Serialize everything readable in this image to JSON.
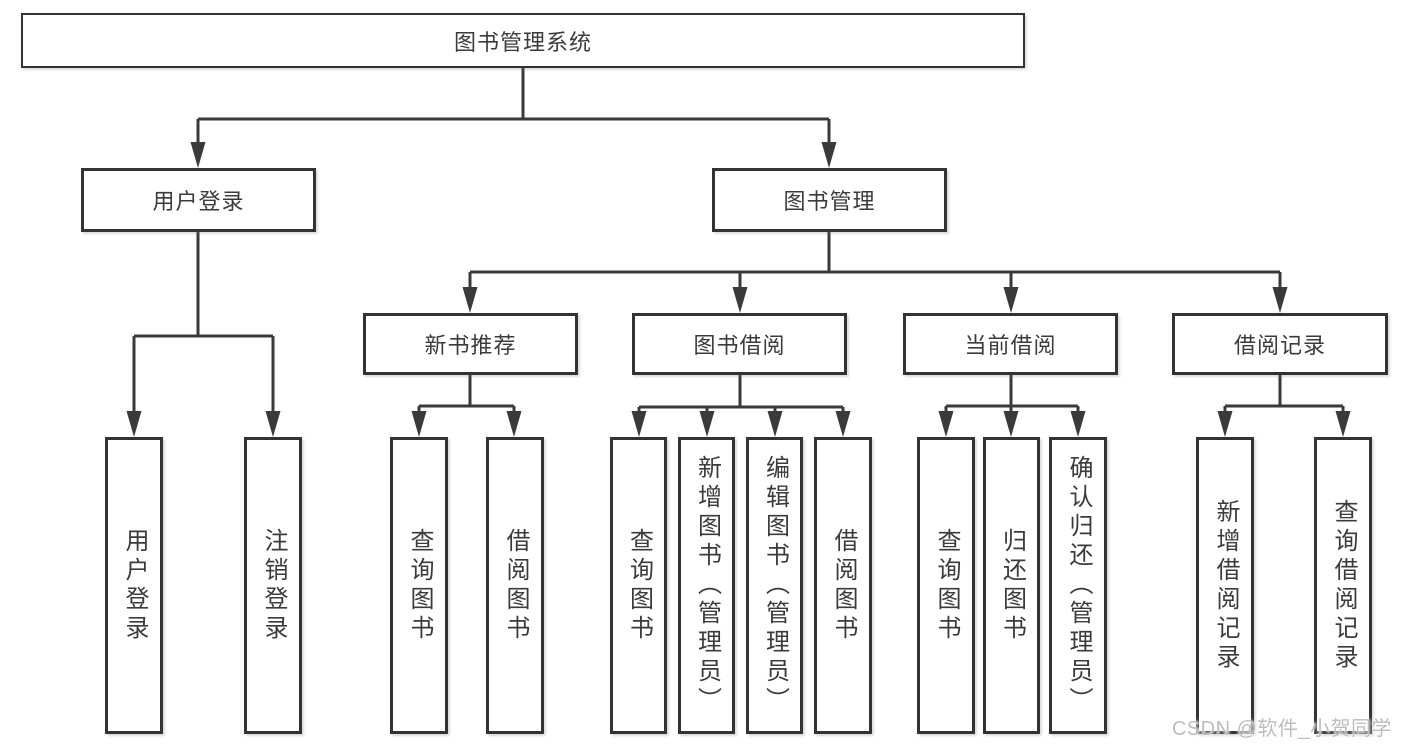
{
  "colors": {
    "line": "#3a3a3a",
    "box_border": "#333333",
    "text": "#3b3b3b",
    "background": "#ffffff",
    "watermark": "#bdbdbd"
  },
  "watermark": {
    "text": "CSDN @软件_小贺同学"
  },
  "tree": {
    "label": "图书管理系统",
    "children": [
      {
        "label": "用户登录",
        "children": [
          {
            "label": "用户登录"
          },
          {
            "label": "注销登录"
          }
        ]
      },
      {
        "label": "图书管理",
        "children": [
          {
            "label": "新书推荐",
            "children": [
              {
                "label": "查询图书"
              },
              {
                "label": "借阅图书"
              }
            ]
          },
          {
            "label": "图书借阅",
            "children": [
              {
                "label": "查询图书"
              },
              {
                "label": "新增图书（管理员）"
              },
              {
                "label": "编辑图书（管理员）"
              },
              {
                "label": "借阅图书"
              }
            ]
          },
          {
            "label": "当前借阅",
            "children": [
              {
                "label": "查询图书"
              },
              {
                "label": "归还图书"
              },
              {
                "label": "确认归还（管理员）"
              }
            ]
          },
          {
            "label": "借阅记录",
            "children": [
              {
                "label": "新增借阅记录"
              },
              {
                "label": "查询借阅记录"
              }
            ]
          }
        ]
      }
    ]
  }
}
